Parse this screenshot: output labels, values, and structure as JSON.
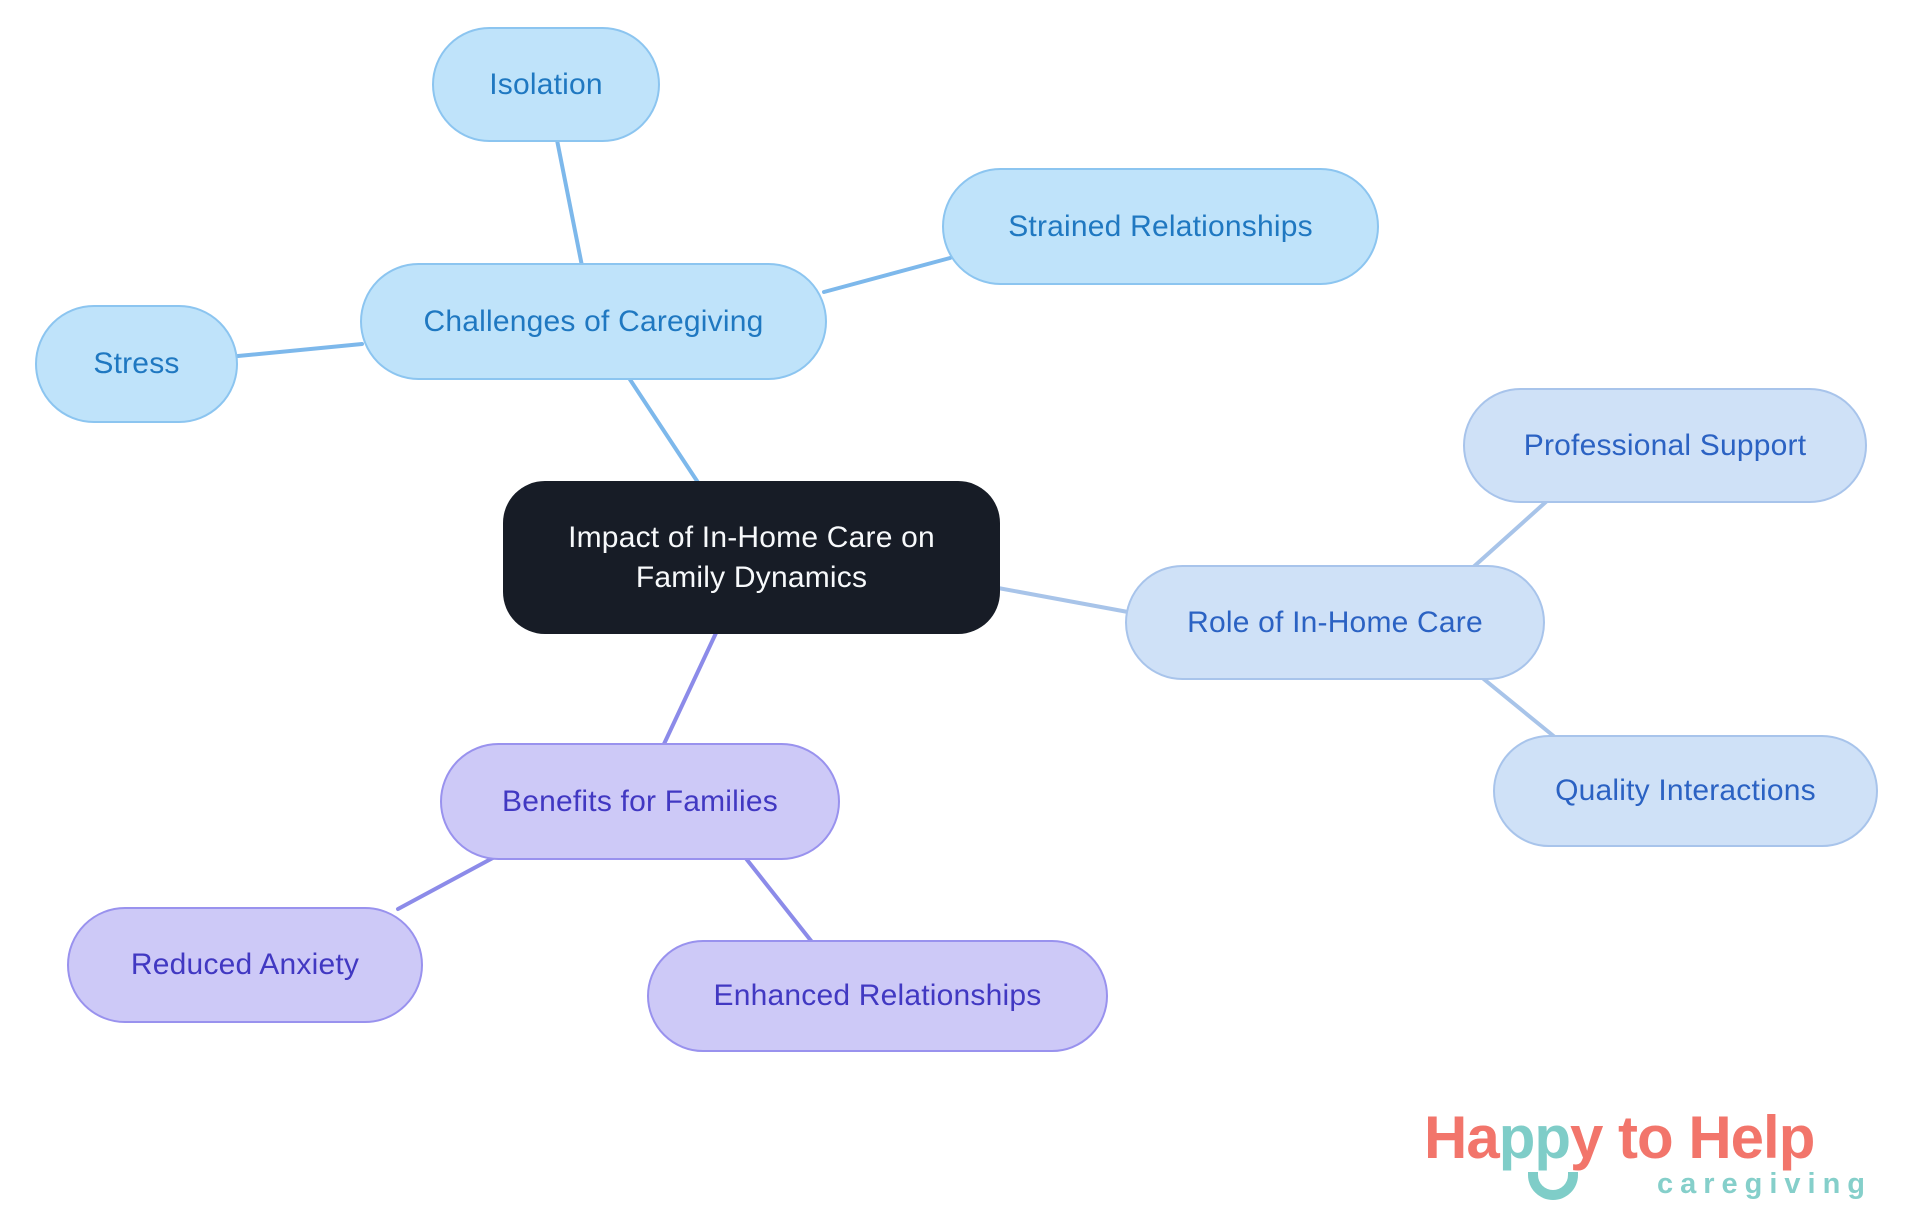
{
  "diagram_type": "mindmap",
  "nodes": {
    "center": {
      "label": "Impact of In-Home Care on Family Dynamics",
      "bg": "#171C26",
      "text_color": "#F7F9FB"
    },
    "challenges": {
      "label": "Challenges of Caregiving",
      "bg": "#BFE3FA",
      "border": "#8CC5F0",
      "text_color": "#1F78C1"
    },
    "isolation": {
      "label": "Isolation"
    },
    "strained": {
      "label": "Strained Relationships"
    },
    "stress": {
      "label": "Stress"
    },
    "role": {
      "label": "Role of In-Home Care",
      "bg": "#CFE1F7",
      "border": "#A8C4EB",
      "text_color": "#2B62C3"
    },
    "professional": {
      "label": "Professional Support"
    },
    "quality": {
      "label": "Quality Interactions"
    },
    "benefits": {
      "label": "Benefits for Families",
      "bg": "#CDC9F7",
      "border": "#9992EE",
      "text_color": "#4138C2"
    },
    "reduced": {
      "label": "Reduced Anxiety"
    },
    "enhanced": {
      "label": "Enhanced Relationships"
    }
  },
  "structure": {
    "root": "center",
    "branches": [
      {
        "node": "challenges",
        "children": [
          "isolation",
          "strained",
          "stress"
        ],
        "line_color": "#7DB8EB"
      },
      {
        "node": "role",
        "children": [
          "professional",
          "quality"
        ],
        "line_color": "#A8C4E9"
      },
      {
        "node": "benefits",
        "children": [
          "reduced",
          "enhanced"
        ],
        "line_color": "#8C8BE9"
      }
    ]
  },
  "logo": {
    "part1": "Ha",
    "part2": "pp",
    "part3": "y to Help",
    "tagline": "caregiving",
    "coral": "#F2756B",
    "teal": "#7FCDC8"
  }
}
